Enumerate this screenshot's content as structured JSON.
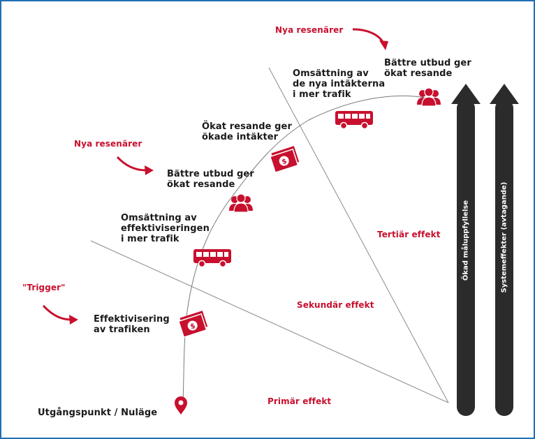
{
  "steps": {
    "start": "Utgångspunkt / Nuläge",
    "efficiency": [
      "Effektivisering",
      "av trafiken"
    ],
    "reinvest_efficiency": [
      "Omsättning av",
      "effektiviseringen",
      "i mer trafik"
    ],
    "better_service_1": [
      "Bättre utbud ger",
      "ökat resande"
    ],
    "more_travel_revenue": [
      "Ökat resande ger",
      "ökade intäkter"
    ],
    "reinvest_revenue": [
      "Omsättning av",
      "de nya intäkterna",
      "i mer trafik"
    ],
    "better_service_2": [
      "Bättre utbud ger",
      "ökat resande"
    ]
  },
  "annotations": {
    "trigger": "\"Trigger\"",
    "new_travellers_1": "Nya resenärer",
    "new_travellers_2": "Nya resenärer"
  },
  "zones": {
    "primary": "Primär effekt",
    "secondary": "Sekundär effekt",
    "tertiary": "Tertiär effekt"
  },
  "arrows": {
    "goal": "Ökad måluppfyllelse",
    "system": "Systemeffekter (avtagande)"
  },
  "colors": {
    "accent": "#c8102e",
    "text": "#1a1a1a",
    "arrow": "#2b2b2b",
    "border": "#1f6fb5"
  },
  "icons": [
    "location-pin-icon",
    "money-icon",
    "bus-icon",
    "people-icon"
  ]
}
